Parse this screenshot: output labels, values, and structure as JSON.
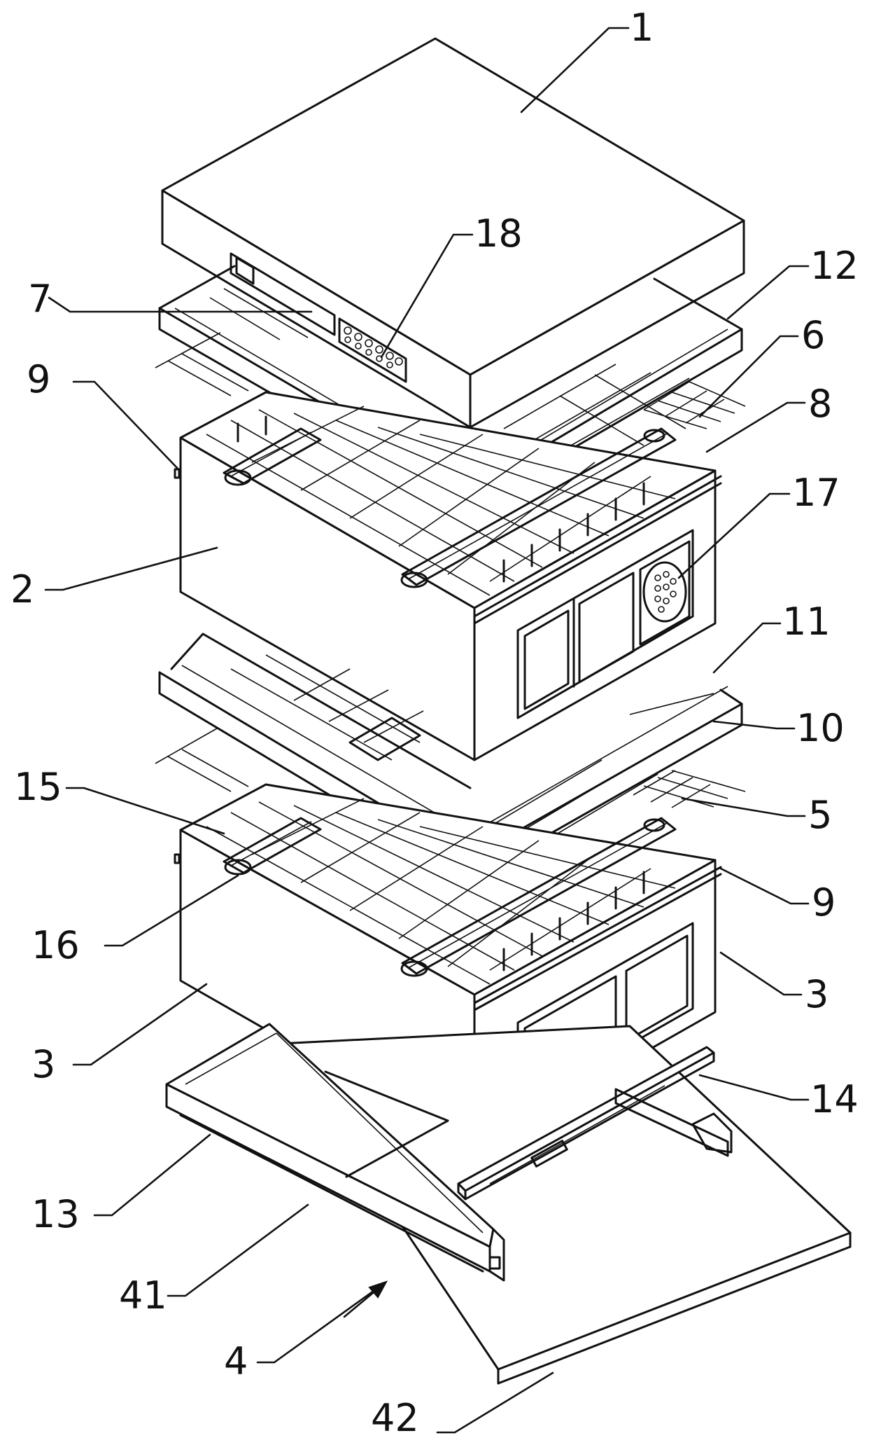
{
  "figure": {
    "labels": [
      {
        "id": "lbl-1",
        "text": "1"
      },
      {
        "id": "lbl-18",
        "text": "18"
      },
      {
        "id": "lbl-12",
        "text": "12"
      },
      {
        "id": "lbl-7",
        "text": "7"
      },
      {
        "id": "lbl-6",
        "text": "6"
      },
      {
        "id": "lbl-9a",
        "text": "9"
      },
      {
        "id": "lbl-8",
        "text": "8"
      },
      {
        "id": "lbl-17",
        "text": "17"
      },
      {
        "id": "lbl-2",
        "text": "2"
      },
      {
        "id": "lbl-11",
        "text": "11"
      },
      {
        "id": "lbl-10",
        "text": "10"
      },
      {
        "id": "lbl-15",
        "text": "15"
      },
      {
        "id": "lbl-5",
        "text": "5"
      },
      {
        "id": "lbl-9b",
        "text": "9"
      },
      {
        "id": "lbl-16",
        "text": "16"
      },
      {
        "id": "lbl-3a",
        "text": "3"
      },
      {
        "id": "lbl-3b",
        "text": "3"
      },
      {
        "id": "lbl-14",
        "text": "14"
      },
      {
        "id": "lbl-13",
        "text": "13"
      },
      {
        "id": "lbl-41",
        "text": "41"
      },
      {
        "id": "lbl-4",
        "text": "4"
      },
      {
        "id": "lbl-42",
        "text": "42"
      }
    ]
  }
}
